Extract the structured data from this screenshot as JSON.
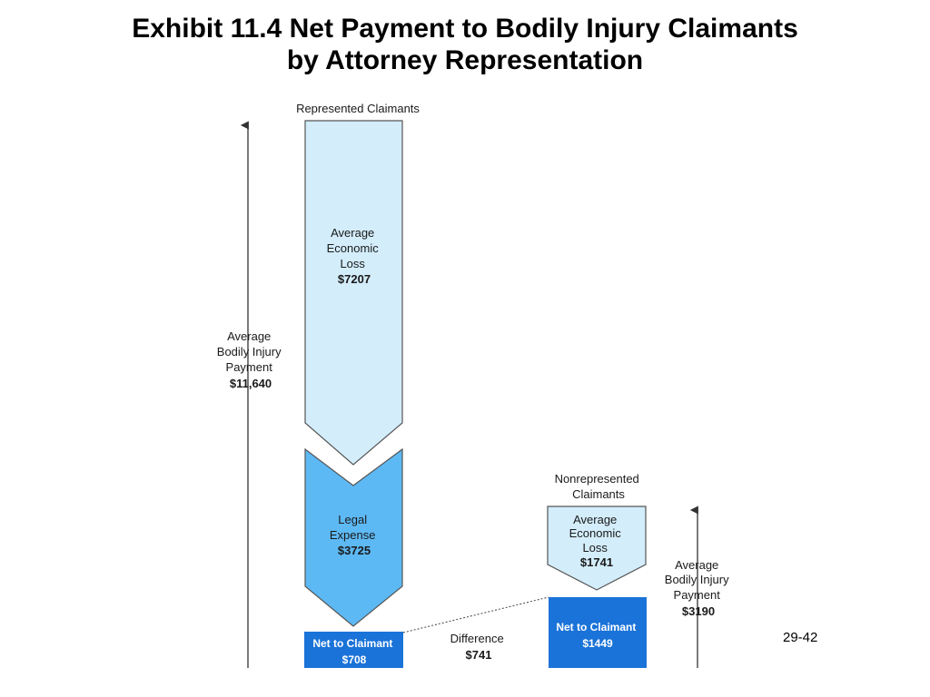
{
  "title": {
    "line1": "Exhibit 11.4  Net Payment to Bodily Injury Claimants",
    "line2": "by Attorney Representation"
  },
  "represented": {
    "heading": "Represented Claimants",
    "economic_loss": [
      "Average",
      "Economic",
      "Loss",
      "$7207"
    ],
    "legal_expense": [
      "Legal",
      "Expense",
      "$3725"
    ],
    "net": [
      "Net to Claimant",
      "$708"
    ],
    "total": [
      "Average",
      "Bodily Injury",
      "Payment",
      "$11,640"
    ]
  },
  "nonrepresented": {
    "heading": [
      "Nonrepresented",
      "Claimants"
    ],
    "economic_loss": [
      "Average",
      "Economic",
      "Loss",
      "$1741"
    ],
    "net": [
      "Net to Claimant",
      "$1449"
    ],
    "total": [
      "Average",
      "Bodily Injury",
      "Payment",
      "$3190"
    ]
  },
  "difference": [
    "Difference",
    "$741"
  ],
  "slide_number": "29-42",
  "colors": {
    "economic_loss_fill": "#d3edfb",
    "legal_expense_fill": "#5db9f4",
    "net_fill": "#1a73d8",
    "outline": "#555555"
  }
}
